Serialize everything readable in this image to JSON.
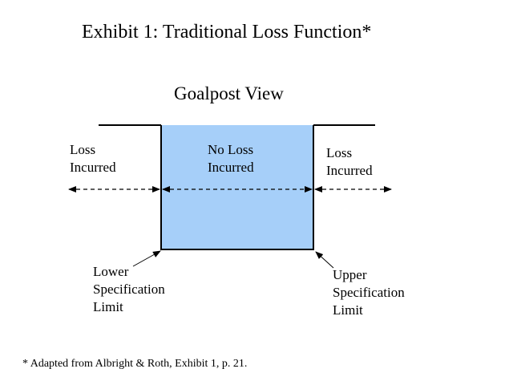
{
  "title": "Exhibit 1: Traditional Loss Function*",
  "subtitle": "Goalpost View",
  "regions": {
    "left": [
      "Loss",
      "Incurred"
    ],
    "middle": [
      "No Loss",
      "Incurred"
    ],
    "right": [
      "Loss",
      "Incurred"
    ]
  },
  "limits": {
    "lower": [
      "Lower",
      "Specification",
      "Limit"
    ],
    "upper": [
      "Upper",
      "Specification",
      "Limit"
    ]
  },
  "footnote": "* Adapted from Albright & Roth, Exhibit 1, p. 21.",
  "colors": {
    "no_loss_fill": "#a6cff9",
    "line": "#000000",
    "background": "#ffffff"
  }
}
